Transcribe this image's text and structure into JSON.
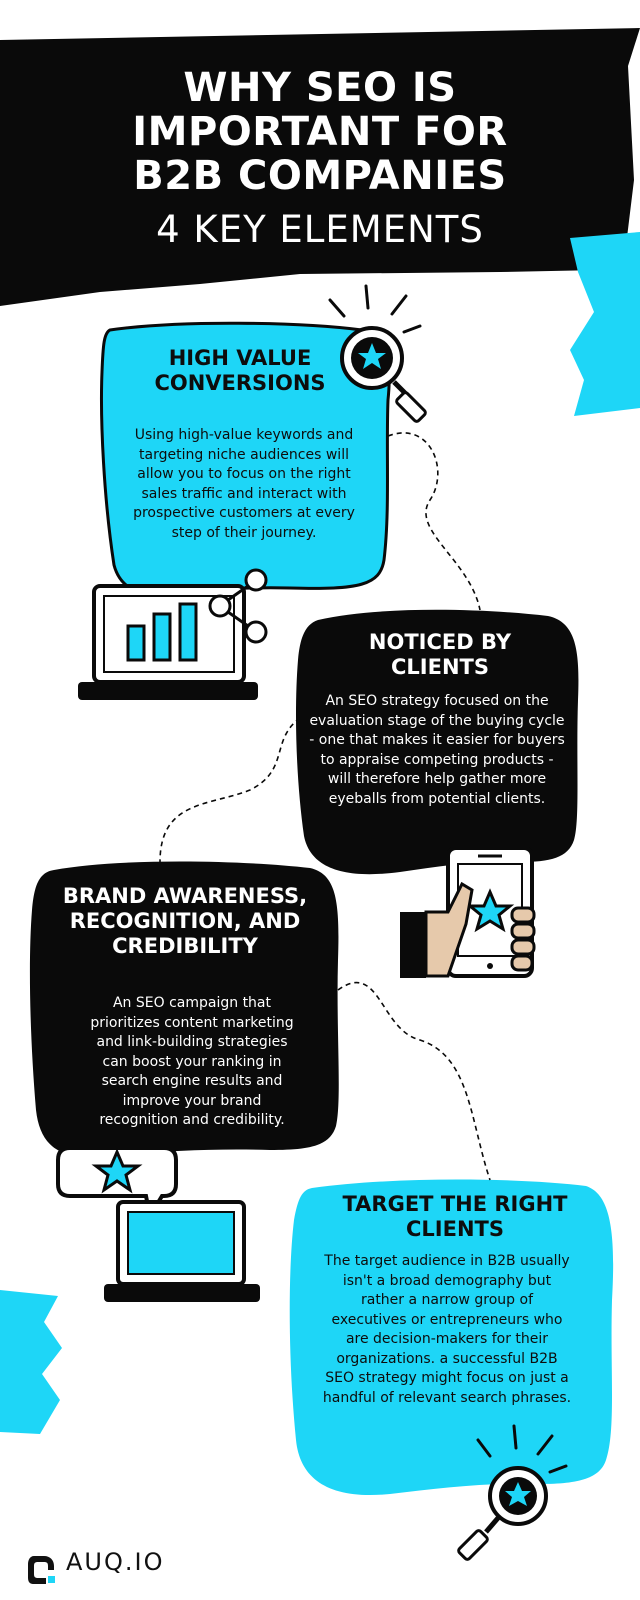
{
  "header": {
    "title": "WHY SEO IS IMPORTANT FOR B2B COMPANIES",
    "subtitle": "4 KEY ELEMENTS"
  },
  "cards": [
    {
      "title": "HIGH VALUE CONVERSIONS",
      "text": "Using high-value keywords and targeting niche audiences will allow you to focus on the right sales traffic and interact with prospective customers at every step of their journey."
    },
    {
      "title": "NOTICED BY CLIENTS",
      "text": "An SEO strategy focused on the evaluation stage of the buying cycle - one that makes it easier for buyers to appraise competing products - will therefore help gather more eyeballs from potential clients."
    },
    {
      "title": "BRAND AWARENESS, RECOGNITION, AND CREDIBILITY",
      "text": "An SEO campaign that prioritizes content marketing and link-building strategies can boost your ranking in search engine results and improve your brand recognition and credibility."
    },
    {
      "title": "TARGET THE RIGHT CLIENTS",
      "text": "The target audience in B2B usually isn't a broad demography but rather a narrow group of executives or entrepreneurs who are decision-makers for their organizations. a successful B2B SEO strategy might focus on just a handful of relevant search phrases."
    }
  ],
  "logo": {
    "text": "AUQ.IO"
  },
  "colors": {
    "accent": "#1ed6f7",
    "dark": "#0a0a0a",
    "skin": "#e6c9ab"
  }
}
